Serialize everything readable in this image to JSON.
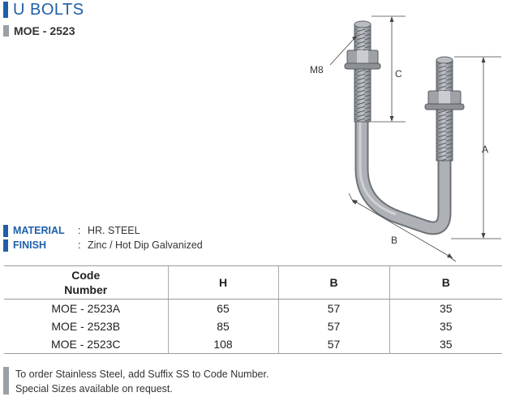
{
  "header": {
    "title": "U BOLTS",
    "code": "MOE - 2523"
  },
  "diagram": {
    "thread_label": "M8",
    "dim_a": "A",
    "dim_b": "B",
    "dim_c": "C"
  },
  "specs": {
    "material_label": "MATERIAL",
    "material_value": "HR. STEEL",
    "finish_label": "FINISH",
    "finish_value": "Zinc / Hot Dip Galvanized",
    "colon": ":"
  },
  "table": {
    "headers": [
      "Code Number",
      "H",
      "B",
      "B"
    ],
    "header_line1": "Code",
    "header_line2": "Number",
    "rows": [
      [
        "MOE - 2523A",
        "65",
        "57",
        "35"
      ],
      [
        "MOE - 2523B",
        "85",
        "57",
        "35"
      ],
      [
        "MOE - 2523C",
        "108",
        "57",
        "35"
      ]
    ]
  },
  "notes": {
    "line1": "To order Stainless Steel, add Suffix SS to Code Number.",
    "line2": "Special Sizes available on request."
  },
  "colors": {
    "accent_blue": "#1f5fa8",
    "accent_gray": "#9aa0a6",
    "bolt_gray": "#9ea2a6"
  }
}
